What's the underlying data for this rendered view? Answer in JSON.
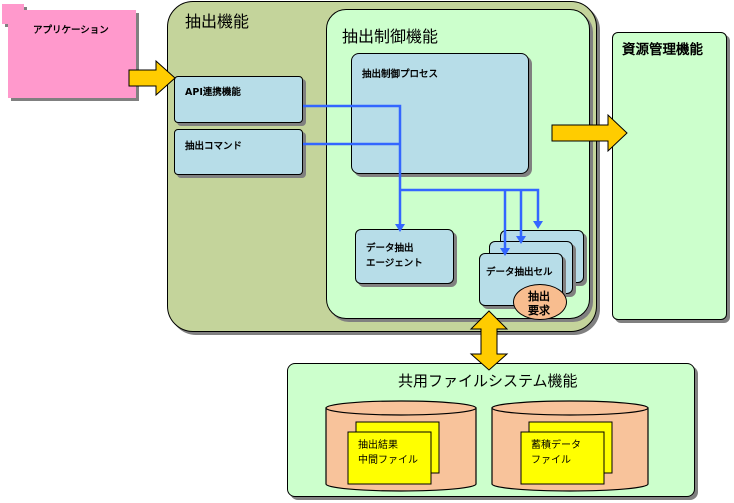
{
  "application": {
    "label": "アプリケーション",
    "color": "#ff99cc"
  },
  "extraction_function": {
    "title": "抽出機能",
    "color": "#c4d49b",
    "api_link": {
      "label": "API連携機能"
    },
    "extract_command": {
      "label": "抽出コマンド"
    },
    "extraction_control": {
      "title": "抽出制御機能",
      "color": "#ccffcc",
      "control_process": {
        "label": "抽出制御プロセス"
      },
      "data_agent": {
        "line1": "データ抽出",
        "line2": "エージェント"
      },
      "data_cell": {
        "label": "データ抽出セル"
      },
      "extract_request": {
        "line1": "抽出",
        "line2": "要求",
        "color": "#f8bd8f"
      }
    }
  },
  "resource_management": {
    "title": "資源管理機能"
  },
  "shared_filesystem": {
    "title": "共用ファイルシステム機能",
    "storage_left": {
      "line1": "抽出結果",
      "line2": "中間ファイル"
    },
    "storage_right": {
      "line1": "蓄積データ",
      "line2": "ファイル"
    }
  },
  "colors": {
    "process_box": "#b7dde8",
    "arrow": "#ffcc00",
    "flow_line": "#3366ff",
    "cylinder": "#f8c39b",
    "file": "#ffff00"
  }
}
